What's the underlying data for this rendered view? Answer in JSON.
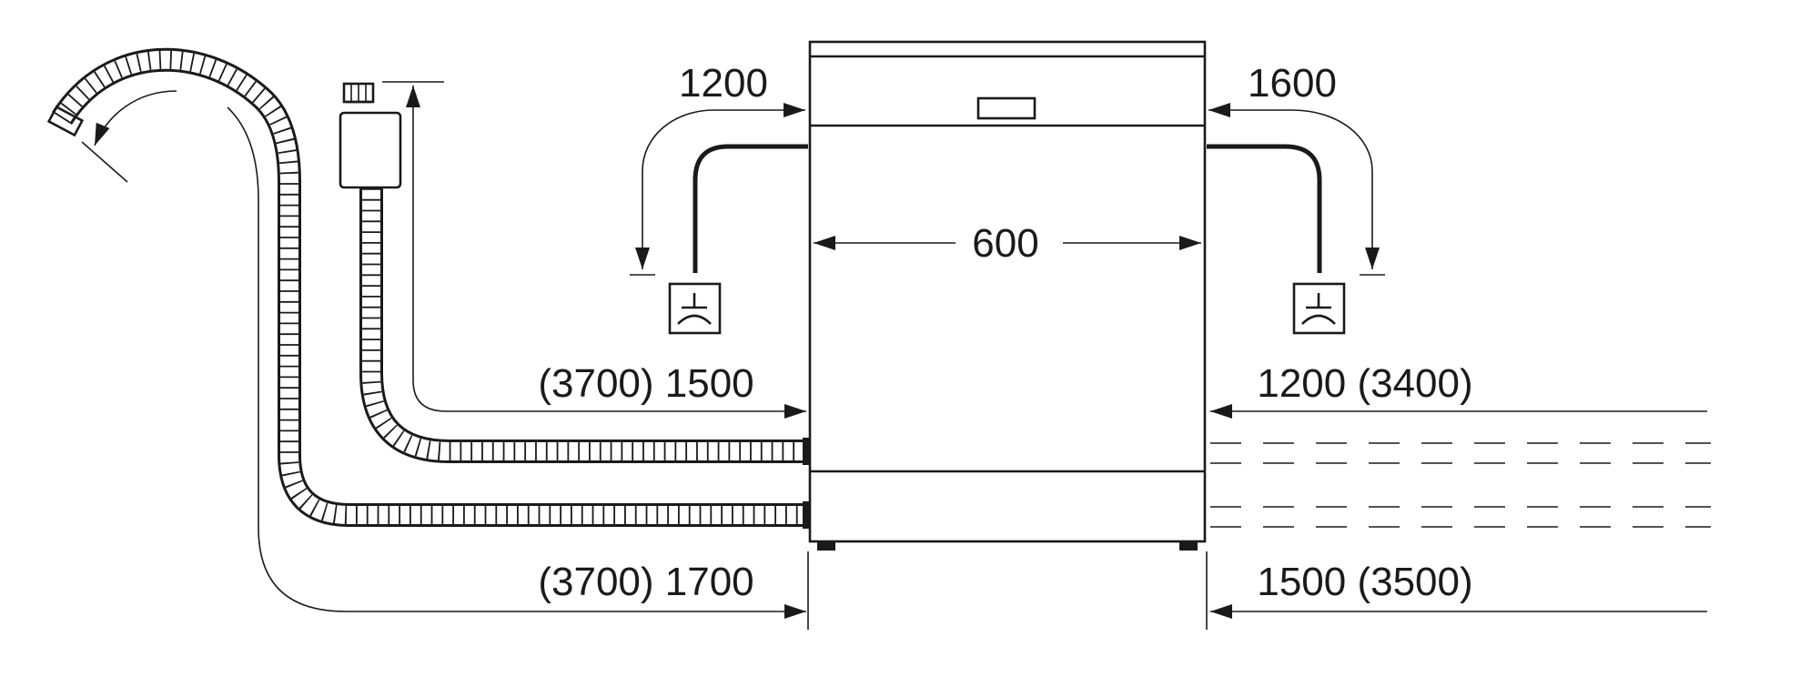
{
  "diagram": {
    "width_label": "600",
    "power_cable_left": "1200",
    "power_cable_right": "1600",
    "inlet_hose_left": "(3700) 1500",
    "inlet_hose_right": "1200 (3400)",
    "drain_hose_left": "(3700) 1700",
    "drain_hose_right": "1500 (3500)",
    "colors": {
      "line": "#1a1a1a",
      "background": "#ffffff"
    },
    "icons": [
      "power-socket-icon",
      "water-tap-connector-icon",
      "drain-hose-end-icon"
    ]
  }
}
